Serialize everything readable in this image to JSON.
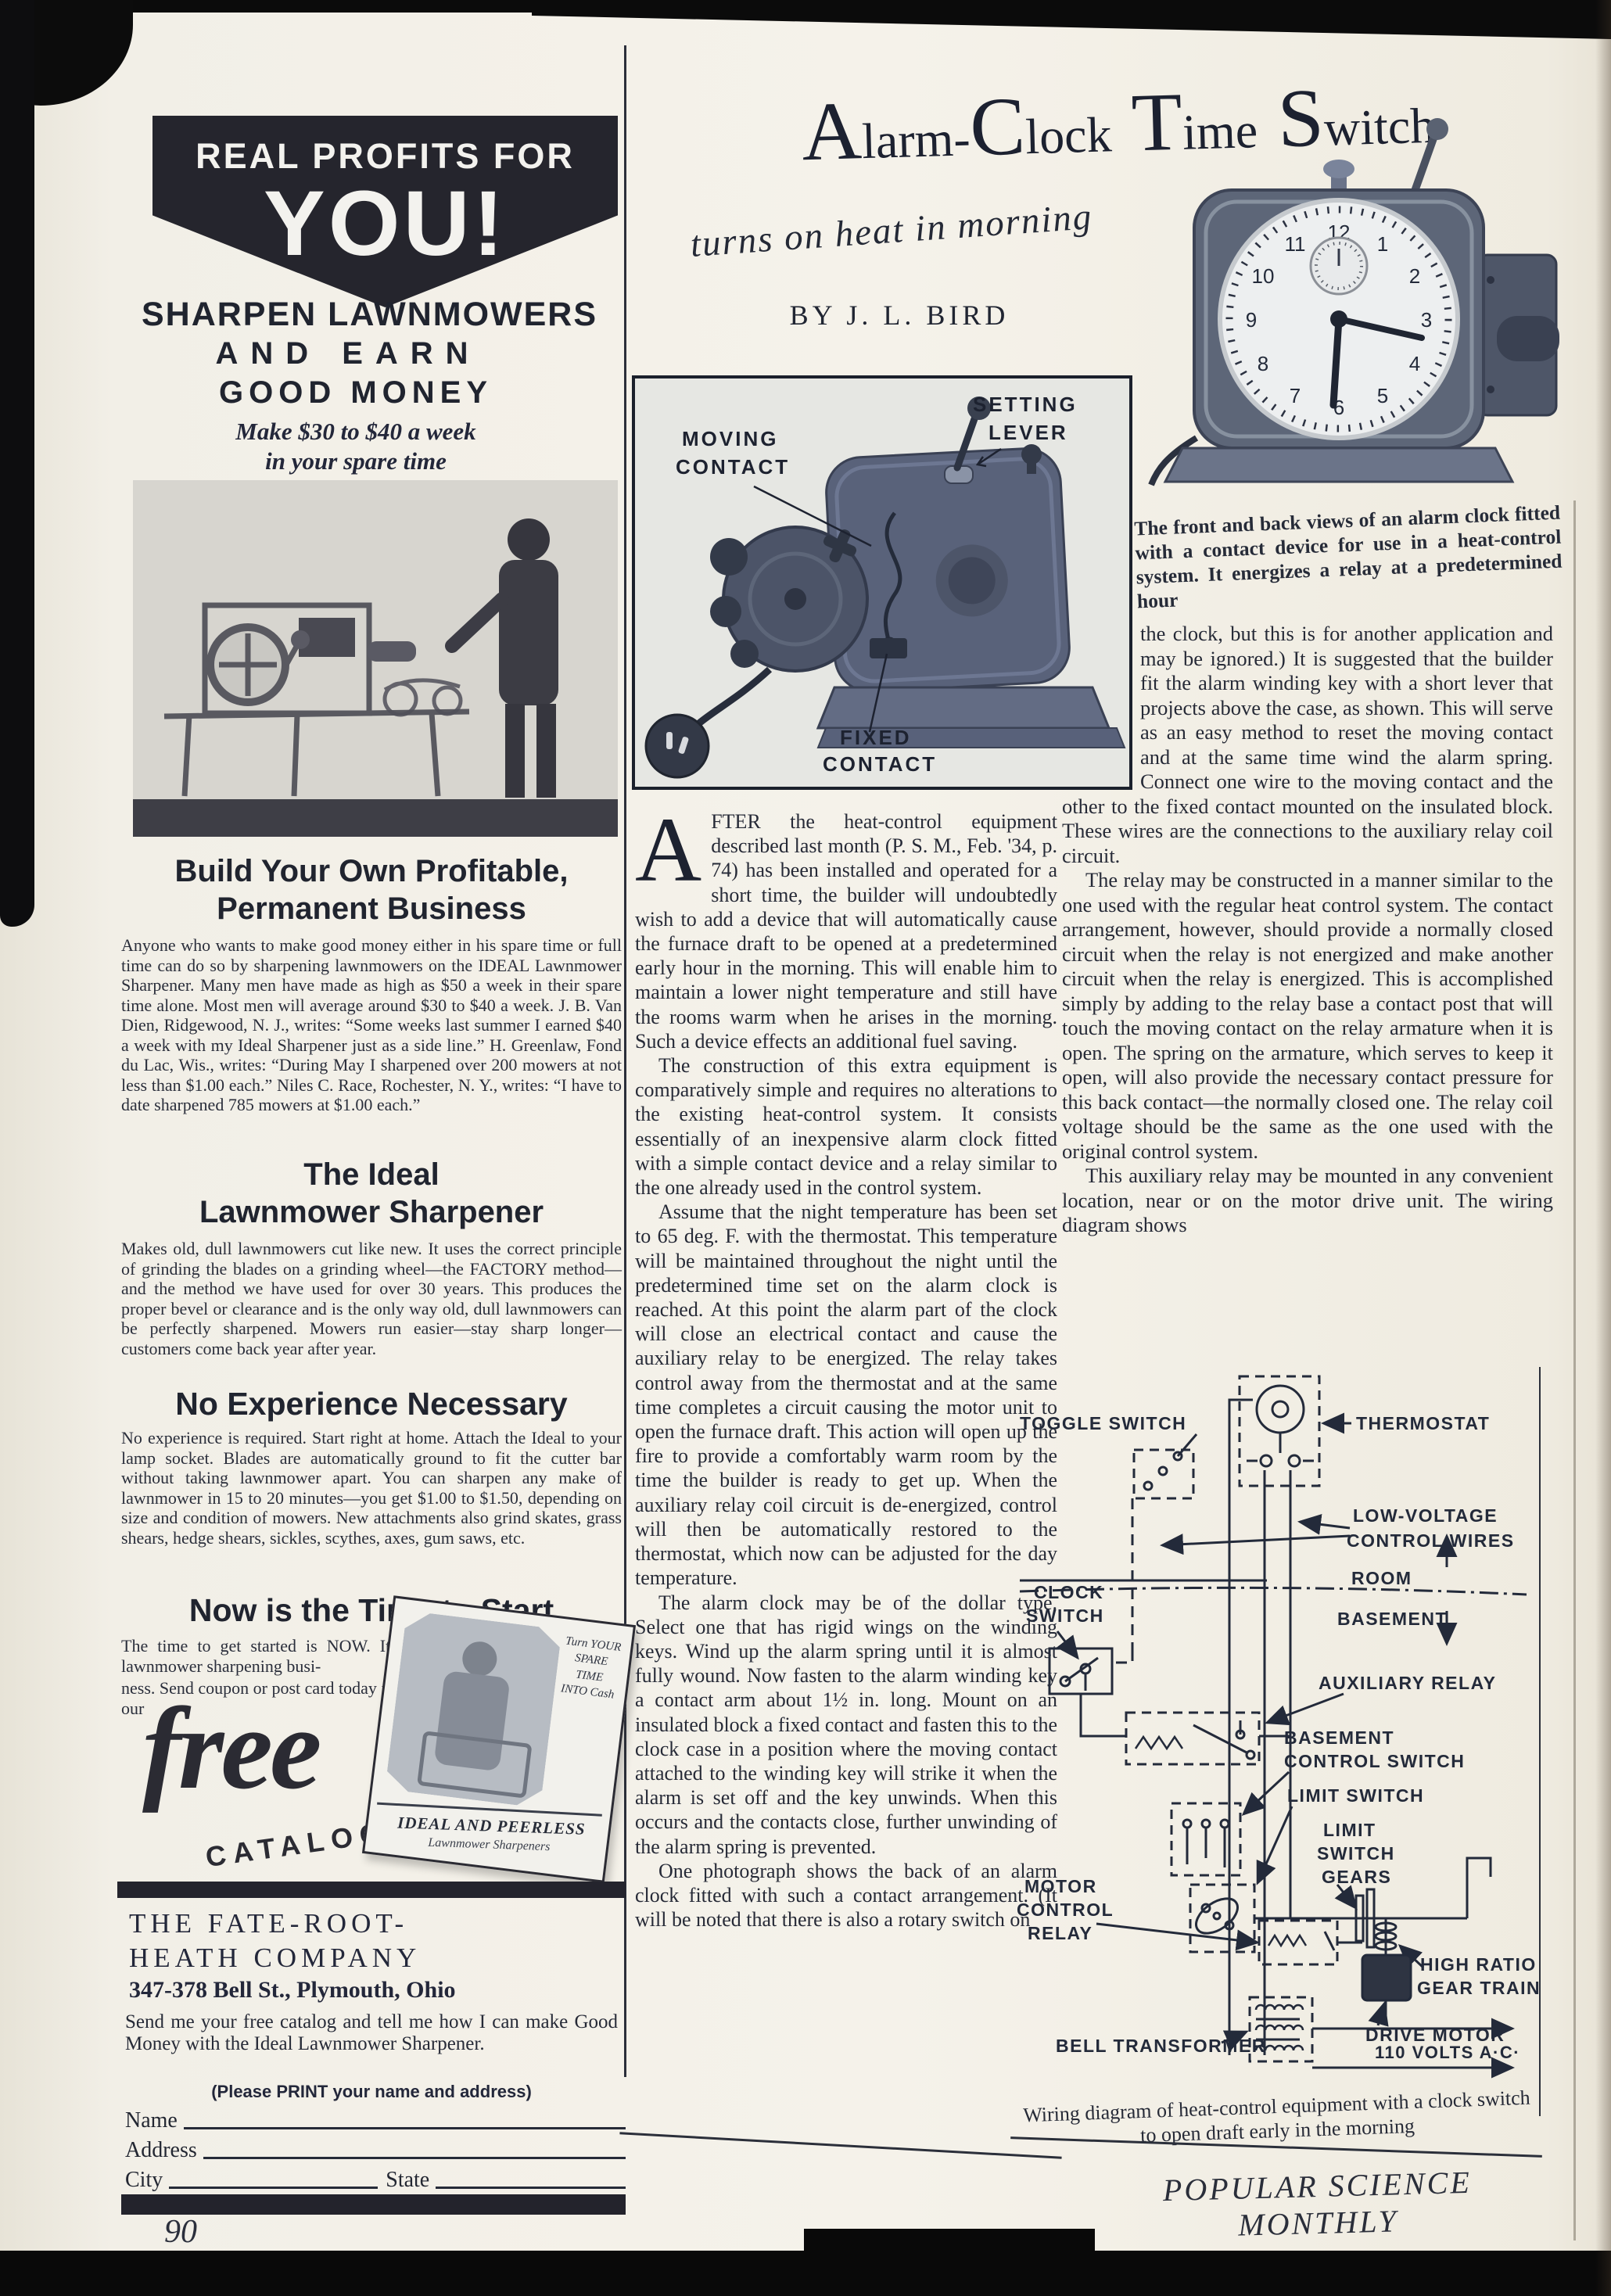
{
  "page": {
    "number": "90",
    "footer": "POPULAR SCIENCE MONTHLY"
  },
  "ad": {
    "banner1": "REAL PROFITS FOR",
    "banner2": "YOU!",
    "headline1": "SHARPEN LAWNMOWERS",
    "headline2": "AND EARN",
    "headline3": "GOOD MONEY",
    "tagline1": "Make $30 to $40 a week",
    "tagline2": "in your spare time",
    "sec1_h1": "Build Your Own Profitable,",
    "sec1_h2": "Permanent Business",
    "sec1_body": "Anyone who wants to make good money either in his spare time or full time can do so by sharpening lawnmowers on the IDEAL Lawnmower Sharpener. Many men have made as high as $50 a week in their spare time alone. Most men will average around $30 to $40 a week. J. B. Van Dien, Ridgewood, N. J., writes: “Some weeks last summer I earned $40 a week with my Ideal Sharpener just as a side line.” H. Greenlaw, Fond du Lac, Wis., writes: “During May I sharpened over 200 mowers at not less than $1.00 each.” Niles C. Race, Rochester, N. Y., writes: “I have to date sharpened 785 mowers at $1.00 each.”",
    "sec2_h1": "The Ideal",
    "sec2_h2": "Lawnmower Sharpener",
    "sec2_body": "Makes old, dull lawnmowers cut like new. It uses the correct principle of grinding the blades on a grinding wheel—the FACTORY method—and the method we have used for over 30 years. This produces the proper bevel or clearance and is the only way old, dull lawnmowers can be perfectly sharpened. Mowers run easier—stay sharp longer—customers come back year after year.",
    "sec3_h": "No Experience Necessary",
    "sec3_body": "No experience is required. Start right at home. Attach the Ideal to your lamp socket. Blades are automatically ground to fit the cutter bar without taking lawnmower apart. You can sharpen any make of lawnmower in 15 to 20 minutes—you get $1.00 to $1.50, depending on size and condition of mowers. New attachments also grind skates, grass shears, hedge shears, sickles, scythes, axes, gum saws, etc.",
    "sec4_h": "Now is the Time to Start",
    "sec4_body_a": "The time to get started is NOW. It isn't a bit too early to solicit lawnmower sharpening busi-",
    "sec4_body_b": "ness. Send coupon or post card today for our",
    "free_word": "free",
    "catalog_word": "CATALOG",
    "booklet": {
      "top": "Turn YOUR SPARE TIME INTO Cash",
      "title": "IDEAL AND PEERLESS",
      "sub": "Lawnmower Sharpeners"
    },
    "company_line1": "THE FATE-ROOT-",
    "company_line2": "HEATH COMPANY",
    "company_address": "347-378 Bell St., Plymouth, Ohio",
    "coupon": {
      "text": "Send me your free catalog and tell me how I can make Good Money with the Ideal Lawnmower Sharpener.",
      "note": "(Please PRINT your name and address)",
      "name_label": "Name",
      "address_label": "Address",
      "city_label": "City",
      "state_label": "State"
    }
  },
  "article": {
    "title": {
      "cap1": "A",
      "rest1": "larm-",
      "cap2": "C",
      "rest2": "lock",
      "cap3": "T",
      "rest3": "ime",
      "cap4": "S",
      "rest4": "witch"
    },
    "subtitle": "turns on heat in morning",
    "byline": "BY J. L. BIRD",
    "photo_labels": {
      "moving1": "MOVING",
      "moving2": "CONTACT",
      "setting1": "SETTING",
      "setting2": "LEVER",
      "fixed1": "FIXED",
      "fixed2": "CONTACT"
    },
    "caption": "The front and back views of an alarm clock fitted with a contact device for use in a heat-control system.  It energizes a relay at a predetermined hour",
    "col1": {
      "dropcap": "A",
      "p1": "FTER the heat-control equipment described last month (P. S. M., Feb. '34, p. 74) has been installed and operated for a short time, the builder will undoubtedly wish to add a device that will automatically cause the furnace draft to be opened at a predetermined early hour in the morning. This will enable him to maintain a lower night temperature and still have the rooms warm when he arises in the morning. Such a device effects an additional fuel saving.",
      "p2": "The construction of this extra equipment is comparatively simple and requires no alterations to the existing heat-control system. It consists essentially of an inexpensive alarm clock fitted with a simple contact device and a relay similar to the one already used in the control system.",
      "p3": "Assume that the night temperature has been set to 65 deg. F. with the thermostat. This temperature will be maintained throughout the night until the predetermined time set on the alarm clock is reached. At this point the alarm part of the clock will close an electrical contact and cause the auxiliary relay to be energized. The relay takes control away from the thermostat and at the same time completes a circuit causing the motor unit to open the furnace draft. This action will open up the fire to provide a comfortably warm room by the time the builder is ready to get up. When the auxiliary relay coil circuit is de-energized, control will then be automatically restored to the thermostat, which now can be adjusted for the day temperature.",
      "p4": "The alarm clock may be of the dollar type. Select one that has rigid wings on the winding keys. Wind up the alarm spring until it is almost fully wound. Now fasten to the alarm winding key a contact arm about 1½ in. long. Mount on an insulated block a fixed contact and fasten this to the clock case in a position where the moving contact attached to the winding key will strike it when the alarm is set off and the key unwinds. When this occurs and the contacts close, further unwinding of the alarm spring is prevented.",
      "p5": "One photograph shows the back of an alarm clock fitted with such a contact arrangement. (It will be noted that there is also a rotary switch on"
    },
    "col2": {
      "p1": "the clock, but this is for another application and may be ignored.) It is suggested that the builder fit the alarm winding key with a short lever that projects above the case, as shown. This will serve as an easy method to reset the moving contact and at the same time wind the alarm spring. Connect one wire to the moving contact and the other to the fixed contact mounted on the insulated block. These wires are the connections to the auxiliary relay coil circuit.",
      "p2": "The relay may be constructed in a manner similar to the one used with the regular heat control system. The contact arrangement, however, should provide a normally closed circuit when the relay is not energized and make another circuit when the relay is energized. This is accomplished simply by adding to the relay base a contact post that will touch the moving contact on the relay armature when it is open. The spring on the armature, which serves to keep it open, will also provide the necessary contact pressure for this back contact—the normally closed one. The relay coil voltage should be the same as the one used with the original control system.",
      "p3": "This auxiliary relay may be mounted in any convenient location, near or on the motor drive unit. The wiring diagram shows"
    }
  },
  "diagram": {
    "labels": {
      "toggle_switch": "TOGGLE SWITCH",
      "thermostat": "THERMOSTAT",
      "low_voltage_1": "LOW-VOLTAGE",
      "low_voltage_2": "CONTROL WIRES",
      "room": "ROOM",
      "basement": "BASEMENT",
      "clock_1": "CLOCK",
      "clock_2": "SWITCH",
      "auxiliary_relay": "AUXILIARY RELAY",
      "basement_control_1": "BASEMENT",
      "basement_control_2": "CONTROL SWITCH",
      "limit_switch": "LIMIT SWITCH",
      "limit_gears_1": "LIMIT",
      "limit_gears_2": "SWITCH",
      "limit_gears_3": "GEARS",
      "motor_relay_1": "MOTOR",
      "motor_relay_2": "CONTROL",
      "motor_relay_3": "RELAY",
      "high_ratio_1": "HIGH RATIO",
      "high_ratio_2": "GEAR TRAIN",
      "drive_motor": "DRIVE MOTOR",
      "bell_transformer": "BELL TRANSFORMER",
      "volts": "110 VOLTS A·C·"
    },
    "caption": "Wiring diagram of heat-control equipment with a clock switch to open draft early in the morning"
  }
}
